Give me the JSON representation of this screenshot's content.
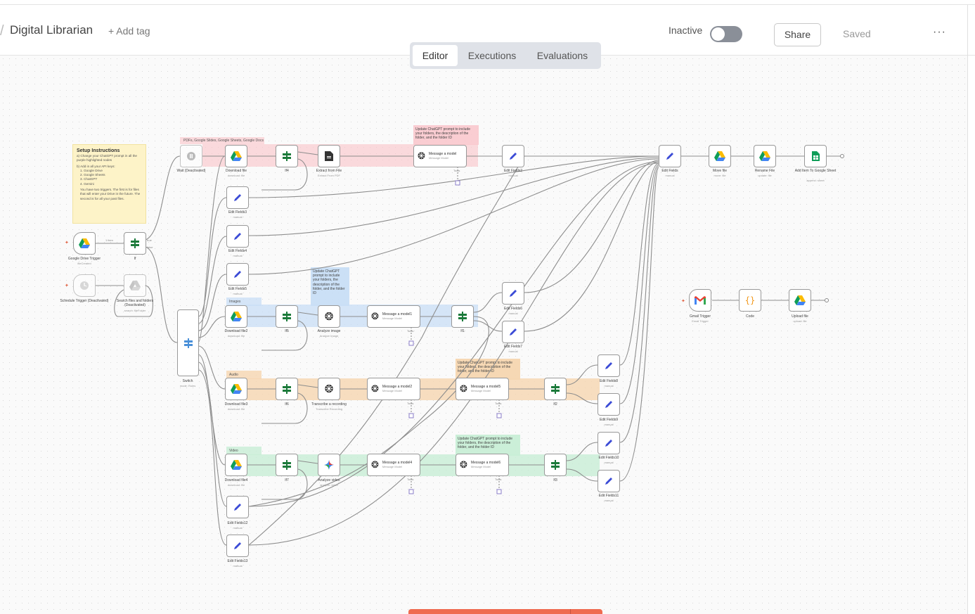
{
  "header": {
    "title": "Digital Librarian",
    "add_tag": "+ Add tag",
    "status_label": "Inactive",
    "share_label": "Share",
    "saved_label": "Saved",
    "more_label": "···"
  },
  "tabs": [
    "Editor",
    "Executions",
    "Evaluations"
  ],
  "colors": {
    "pink": "#fac8cd",
    "blue": "#c8def5",
    "orange": "#f6d6b0",
    "green": "#c8eed6",
    "sticky": "#fdf3c8",
    "accent": "#ef6b50"
  },
  "sticky": {
    "title": "Setup Instructions",
    "lines": [
      "a) Change your ChatGPT prompt in all the purple highlighted nodes",
      "b) Add in all your API keys:",
      "1. Google Drive",
      "2. Google Sheets",
      "3. ChatGPT",
      "4. Gemini",
      "You have two triggers. The first is for files that will enter your Drive in the future. The second is for all your past files."
    ]
  },
  "regions": {
    "pdf": "PDFs, Google Slides, Google Sheets, Google Docs",
    "images": "Images",
    "audio": "Audio",
    "video": "Video"
  },
  "notes": {
    "pdf_note": "Update ChatGPT prompt to include your folders, the description of the folder, and the folder ID",
    "img_note": "Update ChatGPT prompt to include your folders, the description of the folder, and the folder ID",
    "audio_note": "Update ChatGPT prompt to include your folders, the description of the folder, and the folder ID",
    "video_note": "Update ChatGPT prompt to include your folders, the description of the folder, and the folder ID"
  },
  "nodes": {
    "gdrive_trigger": {
      "label": "Google Drive Trigger",
      "sub": "fileCreated"
    },
    "schedule_trigger": {
      "label": "Schedule Trigger (Deactivated)"
    },
    "if": {
      "label": "If"
    },
    "search": {
      "label": "Search files and folders (Deactivated)",
      "sub": "search: fileFolder"
    },
    "wait": {
      "label": "Wait (Deactivated)"
    },
    "switch": {
      "label": "Switch",
      "sub": "mode: Rules"
    },
    "download_file": {
      "label": "Download file",
      "sub": "download: file"
    },
    "if4": {
      "label": "If4"
    },
    "extract": {
      "label": "Extract from File",
      "sub": "Extract From PDF"
    },
    "msg_model": {
      "label": "Message a model",
      "sub": "Message Model"
    },
    "edit_fields2": {
      "label": "Edit Fields2",
      "sub": "manual"
    },
    "edit_fields": {
      "label": "Edit Fields",
      "sub": "manual"
    },
    "move_file": {
      "label": "Move file",
      "sub": "move: file"
    },
    "rename_file": {
      "label": "Rename File",
      "sub": "update: file"
    },
    "add_sheet": {
      "label": "Add Item To Google Sheet",
      "sub": "append: sheet"
    },
    "edit_fields3": {
      "label": "Edit Fields3",
      "sub": "manual"
    },
    "edit_fields4": {
      "label": "Edit Fields4",
      "sub": "manual"
    },
    "edit_fields5": {
      "label": "Edit Fields5",
      "sub": "manual"
    },
    "download_file2": {
      "label": "Download file2",
      "sub": "download: file"
    },
    "if5": {
      "label": "If5"
    },
    "analyze_image": {
      "label": "Analyze image",
      "sub": "Analyze Image"
    },
    "msg_model1": {
      "label": "Message a model1",
      "sub": "Message Model"
    },
    "if1": {
      "label": "If1"
    },
    "edit_fields6": {
      "label": "Edit Fields6",
      "sub": "manual"
    },
    "edit_fields7": {
      "label": "Edit Fields7",
      "sub": "manual"
    },
    "download_file3": {
      "label": "Download file3",
      "sub": "download: file"
    },
    "if6": {
      "label": "If6"
    },
    "transcribe": {
      "label": "Transcribe a recording",
      "sub": "Transcribe Recording"
    },
    "msg_model2": {
      "label": "Message a model2",
      "sub": "Message Model"
    },
    "msg_model5": {
      "label": "Message a model5",
      "sub": "Message Model"
    },
    "if2": {
      "label": "If2"
    },
    "edit_fields8": {
      "label": "Edit Fields8",
      "sub": "manual"
    },
    "edit_fields9": {
      "label": "Edit Fields9",
      "sub": "manual"
    },
    "download_file4": {
      "label": "Download file4",
      "sub": "download: file"
    },
    "if7": {
      "label": "If7"
    },
    "analyze_video": {
      "label": "Analyze video",
      "sub": "analyze: video"
    },
    "msg_model4": {
      "label": "Message a model4",
      "sub": "Message Model"
    },
    "msg_model6": {
      "label": "Message a model6",
      "sub": "Message Model"
    },
    "if3": {
      "label": "If3"
    },
    "edit_fields10": {
      "label": "Edit Fields10",
      "sub": "manual"
    },
    "edit_fields11": {
      "label": "Edit Fields11",
      "sub": "manual"
    },
    "edit_fields12": {
      "label": "Edit Fields12",
      "sub": "manual"
    },
    "edit_fields13": {
      "label": "Edit Fields13",
      "sub": "manual"
    },
    "gmail_trigger": {
      "label": "Gmail Trigger",
      "sub": "Email Trigger"
    },
    "code": {
      "label": "Code"
    },
    "upload_file": {
      "label": "Upload file",
      "sub": "upload: file"
    }
  },
  "misc": {
    "tools": "Tools",
    "true_label": "true",
    "false_label": "false",
    "items_label": "1 item"
  }
}
